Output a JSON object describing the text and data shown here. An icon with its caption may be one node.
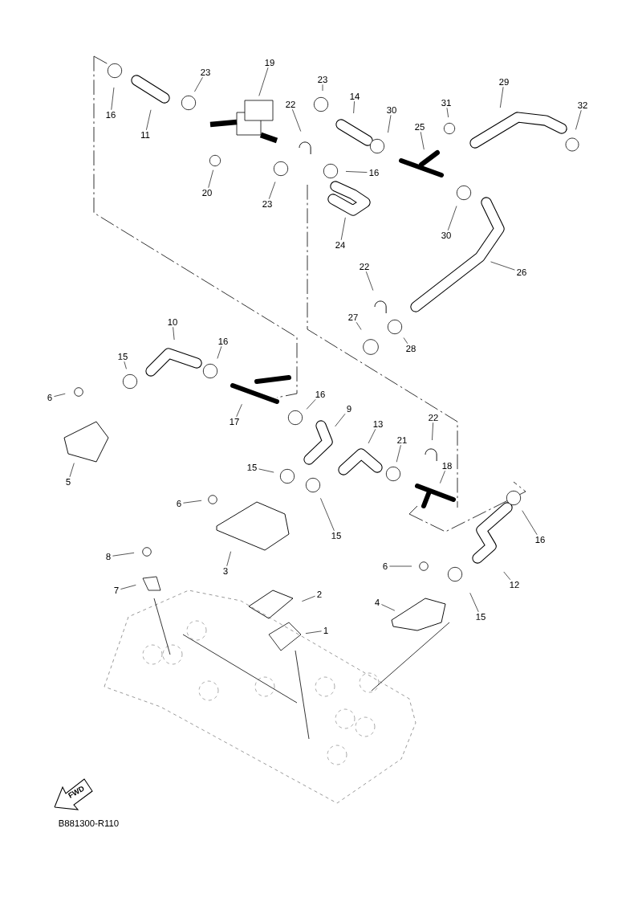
{
  "diagram": {
    "nodes": [
      {
        "text": [
          "16"
        ]
      },
      {
        "text": [
          "11"
        ]
      },
      {
        "text": [
          "23"
        ]
      },
      {
        "text": [
          "19"
        ]
      },
      {
        "text": [
          "20"
        ]
      },
      {
        "text": [
          "22"
        ]
      },
      {
        "text": [
          "23"
        ]
      },
      {
        "text": [
          "14"
        ]
      },
      {
        "text": [
          "30"
        ]
      },
      {
        "text": [
          "31"
        ]
      },
      {
        "text": [
          "25"
        ]
      },
      {
        "text": [
          "29"
        ]
      },
      {
        "text": [
          "32"
        ]
      },
      {
        "text": [
          "16"
        ]
      },
      {
        "text": [
          "23"
        ]
      },
      {
        "text": [
          "24"
        ]
      },
      {
        "text": [
          "30"
        ]
      },
      {
        "text": [
          "26"
        ]
      },
      {
        "text": [
          "22"
        ]
      },
      {
        "text": [
          "27"
        ]
      },
      {
        "text": [
          "28"
        ]
      },
      {
        "text": [
          "10"
        ]
      },
      {
        "text": [
          "16"
        ]
      },
      {
        "text": [
          "15"
        ]
      },
      {
        "text": [
          "6"
        ]
      },
      {
        "text": [
          "17"
        ]
      },
      {
        "text": [
          "16"
        ]
      },
      {
        "text": [
          "9"
        ]
      },
      {
        "text": [
          "13"
        ]
      },
      {
        "text": [
          "22"
        ]
      },
      {
        "text": [
          "21"
        ]
      },
      {
        "text": [
          "18"
        ]
      },
      {
        "text": [
          "5"
        ]
      },
      {
        "text": [
          "15"
        ]
      },
      {
        "text": [
          "6"
        ]
      },
      {
        "text": [
          "15"
        ]
      },
      {
        "text": [
          "16"
        ]
      },
      {
        "text": [
          "3"
        ]
      },
      {
        "text": [
          "8"
        ]
      },
      {
        "text": [
          "6"
        ]
      },
      {
        "text": [
          "7"
        ]
      },
      {
        "text": [
          "2"
        ]
      },
      {
        "text": [
          "12"
        ]
      },
      {
        "text": [
          "4"
        ]
      },
      {
        "text": [
          "1"
        ]
      },
      {
        "text": [
          "15"
        ]
      }
    ],
    "edges": [
      {
        "from": 0,
        "to": null,
        "arrow": "none"
      },
      {
        "from": 1,
        "to": null,
        "arrow": "none"
      },
      {
        "from": 2,
        "to": null,
        "arrow": "none"
      },
      {
        "from": 3,
        "to": null,
        "arrow": "none"
      },
      {
        "from": 4,
        "to": null,
        "arrow": "none"
      },
      {
        "from": 5,
        "to": null,
        "arrow": "none"
      },
      {
        "from": 6,
        "to": null,
        "arrow": "none"
      },
      {
        "from": 7,
        "to": null,
        "arrow": "none"
      },
      {
        "from": 8,
        "to": null,
        "arrow": "none"
      },
      {
        "from": 9,
        "to": null,
        "arrow": "none"
      },
      {
        "from": 10,
        "to": null,
        "arrow": "none"
      },
      {
        "from": 11,
        "to": null,
        "arrow": "none"
      },
      {
        "from": 12,
        "to": null,
        "arrow": "none"
      },
      {
        "from": 13,
        "to": null,
        "arrow": "none"
      },
      {
        "from": 14,
        "to": null,
        "arrow": "none"
      },
      {
        "from": 15,
        "to": null,
        "arrow": "none"
      },
      {
        "from": 16,
        "to": null,
        "arrow": "none"
      },
      {
        "from": 17,
        "to": null,
        "arrow": "none"
      },
      {
        "from": 18,
        "to": null,
        "arrow": "none"
      },
      {
        "from": 19,
        "to": null,
        "arrow": "none"
      },
      {
        "from": 20,
        "to": null,
        "arrow": "none"
      },
      {
        "from": 21,
        "to": null,
        "arrow": "none"
      },
      {
        "from": 22,
        "to": null,
        "arrow": "none"
      },
      {
        "from": 23,
        "to": null,
        "arrow": "none"
      },
      {
        "from": 24,
        "to": null,
        "arrow": "none"
      },
      {
        "from": 25,
        "to": null,
        "arrow": "none"
      },
      {
        "from": 26,
        "to": null,
        "arrow": "none"
      },
      {
        "from": 27,
        "to": null,
        "arrow": "none"
      },
      {
        "from": 28,
        "to": null,
        "arrow": "none"
      },
      {
        "from": 29,
        "to": null,
        "arrow": "none"
      },
      {
        "from": 30,
        "to": null,
        "arrow": "none"
      },
      {
        "from": 31,
        "to": null,
        "arrow": "none"
      },
      {
        "from": 32,
        "to": null,
        "arrow": "none"
      },
      {
        "from": 33,
        "to": null,
        "arrow": "none"
      },
      {
        "from": 34,
        "to": null,
        "arrow": "none"
      },
      {
        "from": 35,
        "to": null,
        "arrow": "none"
      },
      {
        "from": 36,
        "to": null,
        "arrow": "none"
      },
      {
        "from": 37,
        "to": null,
        "arrow": "none"
      },
      {
        "from": 38,
        "to": null,
        "arrow": "none"
      },
      {
        "from": 39,
        "to": null,
        "arrow": "none"
      },
      {
        "from": 40,
        "to": null,
        "arrow": "none"
      },
      {
        "from": 41,
        "to": null,
        "arrow": "none"
      },
      {
        "from": 42,
        "to": null,
        "arrow": "none"
      },
      {
        "from": 43,
        "to": null,
        "arrow": "none"
      },
      {
        "from": 44,
        "to": null,
        "arrow": "none"
      },
      {
        "from": 45,
        "to": null,
        "arrow": "none"
      }
    ],
    "labels": [
      "FWD",
      "B881300-R110"
    ]
  }
}
